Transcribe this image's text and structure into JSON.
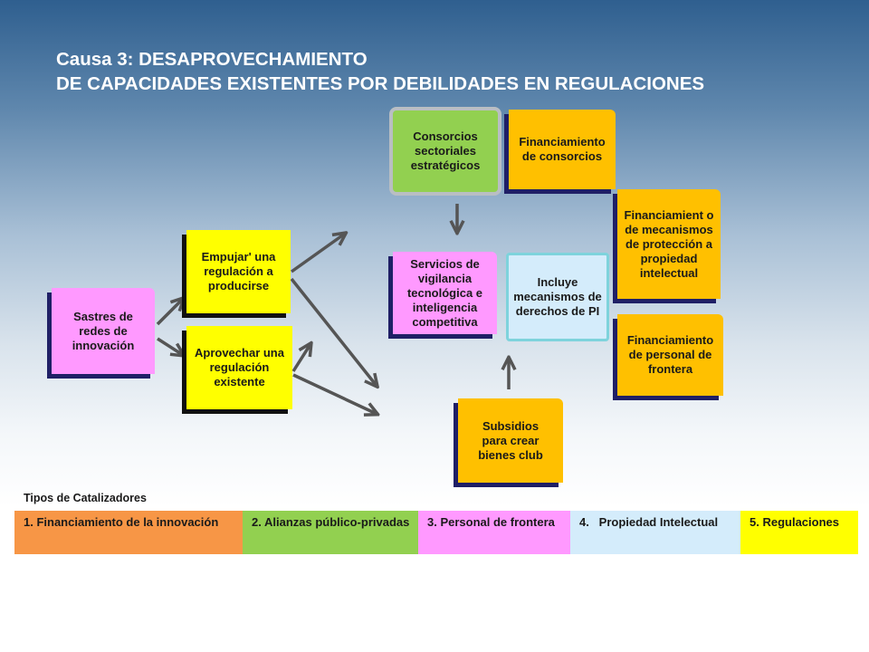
{
  "title": {
    "line1": "Causa 3: DESAPROVECHAMIENTO",
    "line2": "DE CAPACIDADES EXISTENTES POR DEBILIDADES EN REGULACIONES"
  },
  "nodes": {
    "sastres": "Sastres de redes de innovación",
    "empujar": "Empujar' una regulación a producirse",
    "aprovechar": "Aprovechar una regulación existente",
    "consorcios": "Consorcios sectoriales estratégicos",
    "fin_consorcios": "Financiamiento de consorcios",
    "servicios": "Servicios de vigilancia tecnológica e inteligencia competitiva",
    "incluye": "Incluye mecanismos de derechos de PI",
    "fin_mecanismos": "Financiamient o de mecanismos de protección a propiedad intelectual",
    "fin_personal": "Financiamiento de personal de frontera",
    "subsidios": "Subsidios para crear bienes club"
  },
  "legend": {
    "title": "Tipos de Catalizadores",
    "items": [
      {
        "label": "1. Financiamiento de la innovación",
        "color": "#f79646"
      },
      {
        "label": "2. Alianzas público-privadas",
        "color": "#92d050"
      },
      {
        "label": "3. Personal de frontera",
        "color": "#ff99ff"
      },
      {
        "label": "4.   Propiedad Intelectual",
        "color": "#d4ecfb"
      },
      {
        "label": "5. Regulaciones",
        "color": "#ffff00"
      }
    ]
  },
  "colors": {
    "arrow": "#555555",
    "navy_shadow": "#1f1f66",
    "title_text": "#ffffff"
  }
}
